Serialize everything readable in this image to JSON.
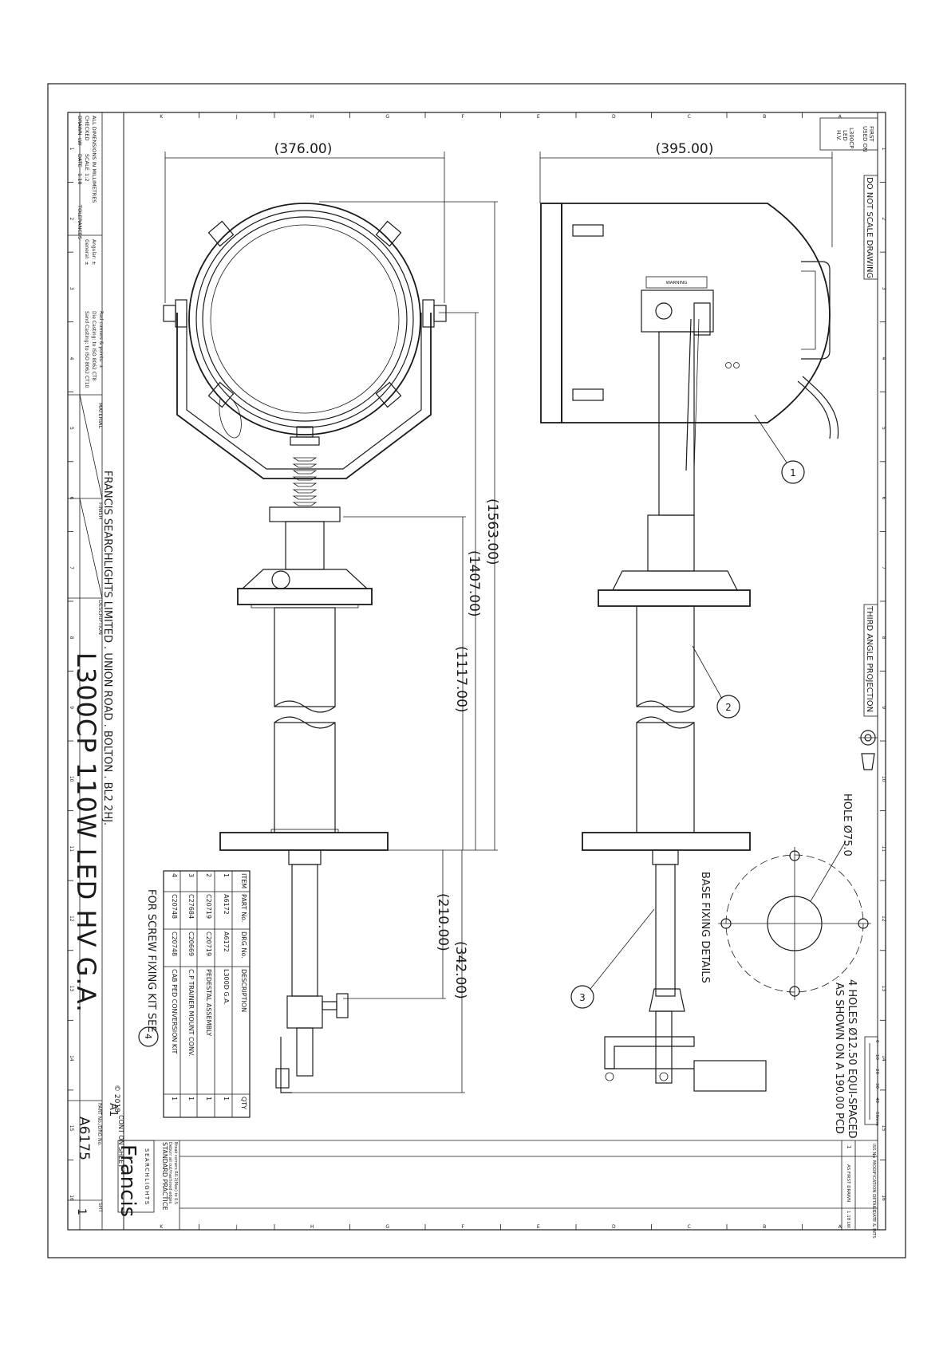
{
  "sheet": {
    "first_used_on": [
      "FIRST",
      "USED ON"
    ],
    "used_on_value": [
      "L300CP",
      "LED",
      "H.V."
    ],
    "do_not_scale": "DO NOT SCALE DRAWING",
    "third_angle": "THIRD ANGLE PROJECTION",
    "company_address": "FRANCIS SEARCHLIGHTS LIMITED . UNION ROAD . BOLTON . BL2 2HJ.",
    "title": "L300CP 110W LED HV G.A.",
    "part_no_label": "PART No./DRG No.",
    "part_no": "A6175",
    "sheet_label": "SHT",
    "sheet_no": "1",
    "size": "A1",
    "cont_on_sheet": "CONT ON SHEET",
    "copyright": "© 2018",
    "logo": "Francis",
    "logo_sub": "SEARCHLIGHTS",
    "standard_practice": "STANDARD PRACTICE",
    "standard_practice_note1": "Deburr all cut/machined edges",
    "standard_practice_note2": "Break corners R0.2(Max) to 0.5",
    "drawn_label": "DRAWN",
    "drawn_value": "LW",
    "checked_label": "CHECKED",
    "date_label": "DATE",
    "date_value": "1.18",
    "scale_label": "SCALE",
    "scale_value": "1:2",
    "dims_note": "ALL DIMENSIONS IN MILLIMETRES",
    "tolerances_label": "TOLERANCES",
    "tol_general": "General: ±",
    "tol_angular": "Angular: ±",
    "sand_casting": "Sand Casting: to ISO 8062 CT10",
    "die_casting": "Die Casting: to ISO 8062 CT8",
    "radii": "Rad corners & points: ±",
    "material_label": "MATERIAL",
    "finish_label": "FINISH",
    "description_label": "DESCRIPTION",
    "mod_iss": "ISS No",
    "mod_details": "MODIFICATION DETAILS",
    "mod_date": "DATE & INTS",
    "mod_row_iss": "1",
    "mod_row_detail": "AS FIRST DRAWN",
    "mod_row_date": "1.18 LW",
    "col_letters": [
      "K",
      "J",
      "H",
      "G",
      "F",
      "E",
      "D",
      "C",
      "B",
      "A"
    ],
    "row_numbers": [
      "1",
      "2",
      "3",
      "4",
      "5",
      "6",
      "7",
      "8",
      "9",
      "10",
      "11",
      "12",
      "13",
      "14",
      "15",
      "16"
    ]
  },
  "dimensions": {
    "front_width": "(376.00)",
    "side_width": "(395.00)",
    "overall_height": "(1563.00)",
    "lamp_to_base": "(1407.00)",
    "column": "(1117.00)",
    "lower": "(342.00)",
    "lower2": "(210.00)"
  },
  "base_fixing": {
    "title": "BASE FIXING DETAILS",
    "hole": "HOLE Ø75.0",
    "holes_note1": "4 HOLES Ø12.50 EQUI-SPACED",
    "holes_note2": "AS SHOWN ON A 190.00 PCD"
  },
  "scale_bar": [
    "0",
    "10",
    "20",
    "30",
    "40",
    "50mm"
  ],
  "callouts": [
    "1",
    "2",
    "3",
    "4"
  ],
  "warning_plate": "WARNING",
  "parts_table": {
    "headers": [
      "ITEM",
      "PART No.",
      "DRG No.",
      "DESCRIPTION",
      "QTY"
    ],
    "rows": [
      [
        "1",
        "A6172",
        "A6172",
        "L300D G.A.",
        "1"
      ],
      [
        "2",
        "C20719",
        "C20719",
        "PEDESTAL ASSEMBLY",
        "1"
      ],
      [
        "3",
        "C27684",
        "C20669",
        "C.P TRAINER MOUNT CONV.",
        "1"
      ],
      [
        "4",
        "C20748",
        "C20748",
        "CAB PED CONVERSION KIT",
        "1"
      ]
    ],
    "note": "FOR SCREW FIXING KIT SEE"
  }
}
